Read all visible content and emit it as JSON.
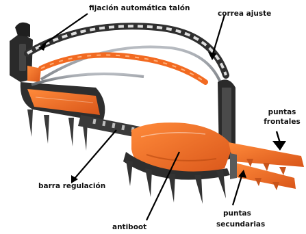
{
  "labels": {
    "heel_binding": "fijación automática talón",
    "strap": "correa ajuste",
    "front_points_1": "puntas",
    "front_points_2": "frontales",
    "adjust_bar": "barra regulación",
    "antiboot": "antiboot",
    "secondary_points_1": "puntas",
    "secondary_points_2": "secundarias"
  },
  "colors": {
    "accent": "#f26a21",
    "accent_dark": "#c9541a",
    "metal": "#8c8f94",
    "dark": "#2b2b2b",
    "strap_dark": "#333333",
    "strap_light": "#d8d8d8"
  }
}
